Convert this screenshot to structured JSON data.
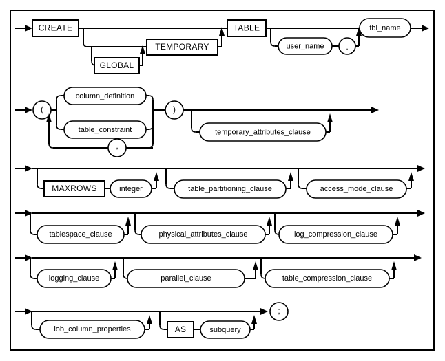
{
  "diagram": {
    "kind": "railroad-syntax-diagram",
    "title": "CREATE TABLE",
    "background_color": "#ffffff",
    "line_color": "#000000",
    "rows": [
      {
        "id": "row-1",
        "nodes": [
          {
            "name": "create-keyword",
            "label": "CREATE",
            "shape": "box"
          },
          {
            "name": "global-keyword",
            "label": "GLOBAL",
            "shape": "box"
          },
          {
            "name": "temporary-keyword",
            "label": "TEMPORARY",
            "shape": "box"
          },
          {
            "name": "table-keyword",
            "label": "TABLE",
            "shape": "box"
          },
          {
            "name": "user-name",
            "label": "user_name",
            "shape": "oval"
          },
          {
            "name": "dot-separator",
            "label": ".",
            "shape": "circle"
          },
          {
            "name": "tbl-name",
            "label": "tbl_name",
            "shape": "oval"
          }
        ]
      },
      {
        "id": "row-2",
        "nodes": [
          {
            "name": "open-paren",
            "label": "(",
            "shape": "circle"
          },
          {
            "name": "column-definition",
            "label": "column_definition",
            "shape": "oval"
          },
          {
            "name": "table-constraint",
            "label": "table_constraint",
            "shape": "oval"
          },
          {
            "name": "comma-separator",
            "label": ",",
            "shape": "circle"
          },
          {
            "name": "close-paren",
            "label": ")",
            "shape": "circle"
          },
          {
            "name": "temporary-attributes-clause",
            "label": "temporary_attributes_clause",
            "shape": "oval"
          }
        ]
      },
      {
        "id": "row-3",
        "nodes": [
          {
            "name": "maxrows-keyword",
            "label": "MAXROWS",
            "shape": "box"
          },
          {
            "name": "integer-value",
            "label": "integer",
            "shape": "oval"
          },
          {
            "name": "table-partitioning-clause",
            "label": "table_partitioning_clause",
            "shape": "oval"
          },
          {
            "name": "access-mode-clause",
            "label": "access_mode_clause",
            "shape": "oval"
          }
        ]
      },
      {
        "id": "row-4",
        "nodes": [
          {
            "name": "tablespace-clause",
            "label": "tablespace_clause",
            "shape": "oval"
          },
          {
            "name": "physical-attributes-clause",
            "label": "physical_attributes_clause",
            "shape": "oval"
          },
          {
            "name": "log-compression-clause",
            "label": "log_compression_clause",
            "shape": "oval"
          }
        ]
      },
      {
        "id": "row-5",
        "nodes": [
          {
            "name": "logging-clause",
            "label": "logging_clause",
            "shape": "oval"
          },
          {
            "name": "parallel-clause",
            "label": "parallel_clause",
            "shape": "oval"
          },
          {
            "name": "table-compression-clause",
            "label": "table_compression_clause",
            "shape": "oval"
          }
        ]
      },
      {
        "id": "row-6",
        "nodes": [
          {
            "name": "lob-column-properties",
            "label": "lob_column_properties",
            "shape": "oval"
          },
          {
            "name": "as-keyword",
            "label": "AS",
            "shape": "box"
          },
          {
            "name": "subquery",
            "label": "subquery",
            "shape": "oval"
          },
          {
            "name": "semicolon-terminator",
            "label": ";",
            "shape": "circle"
          }
        ]
      }
    ]
  },
  "labels": {
    "create": "CREATE",
    "global": "GLOBAL",
    "temporary": "TEMPORARY",
    "table": "TABLE",
    "user_name": "user_name",
    "dot": ".",
    "tbl_name": "tbl_name",
    "open_paren": "(",
    "column_definition": "column_definition",
    "table_constraint": "table_constraint",
    "comma": ",",
    "close_paren": ")",
    "temporary_attributes_clause": "temporary_attributes_clause",
    "maxrows": "MAXROWS",
    "integer": "integer",
    "table_partitioning_clause": "table_partitioning_clause",
    "access_mode_clause": "access_mode_clause",
    "tablespace_clause": "tablespace_clause",
    "physical_attributes_clause": "physical_attributes_clause",
    "log_compression_clause": "log_compression_clause",
    "logging_clause": "logging_clause",
    "parallel_clause": "parallel_clause",
    "table_compression_clause": "table_compression_clause",
    "lob_column_properties": "lob_column_properties",
    "as": "AS",
    "subquery": "subquery",
    "semicolon": ";"
  }
}
